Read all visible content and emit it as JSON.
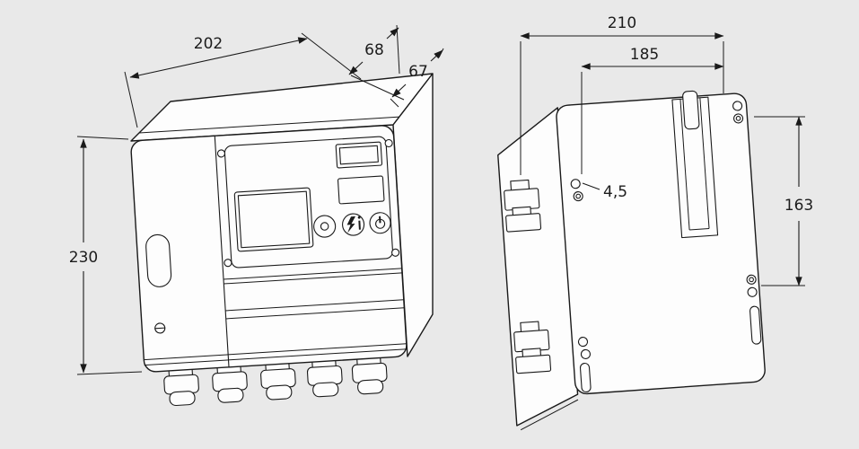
{
  "colors": {
    "background": "#e9e9e9",
    "line": "#1a1a1a",
    "face": "#fdfdfd"
  },
  "views": {
    "front": {
      "name": "front isometric view of control unit",
      "dims": {
        "width": "202",
        "depth_total": "68",
        "depth_housing": "67",
        "height": "230"
      }
    },
    "rear": {
      "name": "rear view of control unit",
      "dims": {
        "width_overall": "210",
        "hole_spacing_width": "185",
        "hole_diameter": "4,5",
        "hole_spacing_height": "163"
      }
    }
  }
}
